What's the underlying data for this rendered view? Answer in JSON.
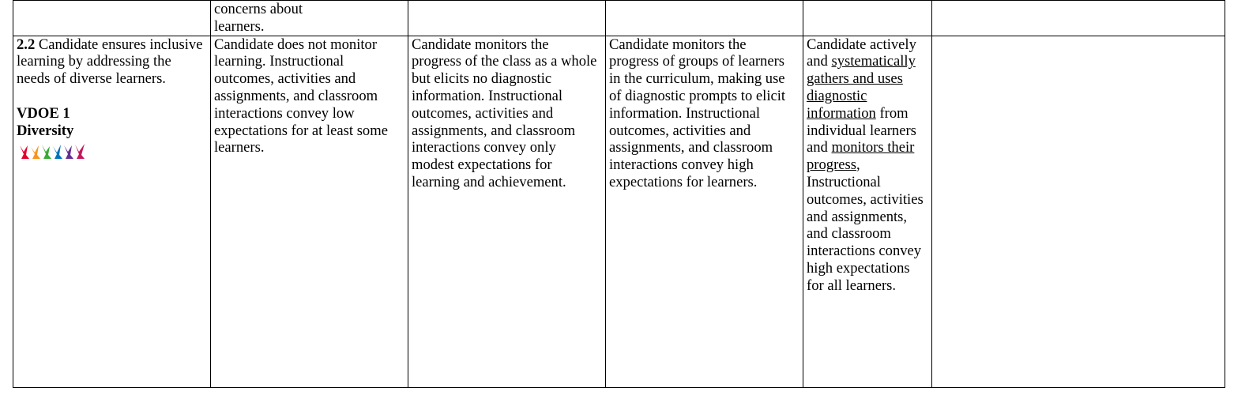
{
  "table": {
    "top_row": {
      "cells": [
        "",
        "concerns about\nlearners.",
        "",
        "",
        "",
        ""
      ]
    },
    "main_row": {
      "criterion": {
        "number": "2.2",
        "text": " Candidate ensures inclusive learning by addressing the needs of diverse learners.",
        "standard_line1": "VDOE 1",
        "standard_line2": "Diversity",
        "logo_icon": "diversity-figures-icon",
        "logo_colors": [
          "#e4002b",
          "#f7941d",
          "#ffd100",
          "#3aaa35",
          "#0072bc",
          "#662d91"
        ]
      },
      "level1": "Candidate does not monitor learning. Instructional outcomes, activities and assignments, and classroom interactions convey low expectations for at least some learners.",
      "level2": "Candidate monitors the progress of the class as a whole but elicits no diagnostic information. Instructional outcomes, activities and assignments, and classroom interactions convey only modest expectations for learning and achievement.",
      "level3": "Candidate monitors the progress of groups of learners in the curriculum, making use of diagnostic prompts to elicit information. Instructional outcomes, activities and assignments, and classroom interactions convey high expectations for learners.",
      "level4": {
        "part1": "Candidate actively and ",
        "underline1": "systematically gathers and uses diagnostic information",
        "part2": " from individual learners and ",
        "underline2": "monitors their progress",
        "part3": ", Instructional outcomes, activities and assignments, and classroom interactions convey high expectations for all learners."
      },
      "notes": ""
    }
  }
}
